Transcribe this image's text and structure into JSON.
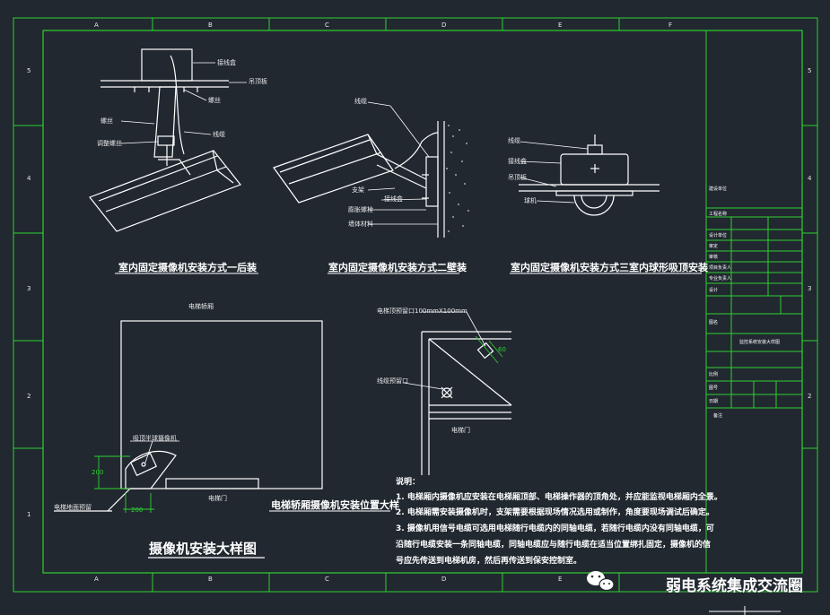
{
  "colors": {
    "background": "#212830",
    "border": "#2fd02f",
    "line": "#ffffff",
    "dim": "#30d030",
    "label_line": "#ff4a4a"
  },
  "grid": {
    "cols": [
      "A",
      "B",
      "C",
      "D",
      "E",
      "F"
    ],
    "rows": [
      "5",
      "4",
      "3",
      "2",
      "1"
    ]
  },
  "fig1": {
    "title": "室内固定摄像机安装方式一后装",
    "labels": {
      "junction_box": "接线盒",
      "ceiling": "吊顶板",
      "screw_a": "螺丝",
      "screw_b": "螺丝",
      "adj_screw": "调整螺丝",
      "cable": "线缆"
    }
  },
  "fig2": {
    "title": "室内固定摄像机安装方式二壁装",
    "labels": {
      "cable": "线缆",
      "bracket": "支架",
      "box": "接线盒",
      "anchor": "膨胀螺栓",
      "wall": "墙体材料"
    }
  },
  "fig3": {
    "title": "室内固定摄像机安装方式三室内球形吸顶安装",
    "labels": {
      "l1": "线缆",
      "l2": "接线盒",
      "l3": "吊顶板",
      "l4": "球机"
    }
  },
  "fig4": {
    "title": "摄像机安装大样图",
    "elevator_label": "电梯轿厢",
    "camera_note": "吸顶半球摄像机",
    "door_label": "电梯门",
    "floor_label": "电梯地面预留",
    "dim_h": "200",
    "dim_v": "200"
  },
  "fig5": {
    "title": "电梯轿厢摄像机安装位置大样",
    "top_note": "电梯顶预留口100mmX100mm",
    "left_note": "线缆预留口",
    "door_label": "电梯门",
    "dim": "60"
  },
  "notes": {
    "heading": "说明：",
    "lines": [
      "1. 电梯厢内摄像机应安装在电梯厢顶部、电梯操作器的顶角处，并应能监视电梯厢内全景。",
      "2. 电梯厢需安装摄像机时，支架需要根据现场情况选用或制作，角度要现场调试后确定。",
      "3. 摄像机用信号电缆可选用电梯随行电缆内的同轴电缆，若随行电缆内没有同轴电缆，可",
      "沿随行电缆安装一条同轴电缆，同轴电缆应与随行电缆在适当位置绑扎固定，摄像机的信",
      "号应先传送到电梯机房，然后再传送到保安控制室。"
    ]
  },
  "title_block": {
    "r1": "建设单位",
    "r2": "工程名称",
    "r3": "设计单位",
    "r4": "审定",
    "r5": "审核",
    "r6": "项目负责人",
    "r7": "专业负责人",
    "r8": "设计",
    "r9": "图名",
    "r10": "监控系统安装大样图",
    "r11": "比例",
    "r12": "图号",
    "r13": "日期",
    "r14": "备注"
  },
  "watermark": "弱电系统集成交流圈"
}
